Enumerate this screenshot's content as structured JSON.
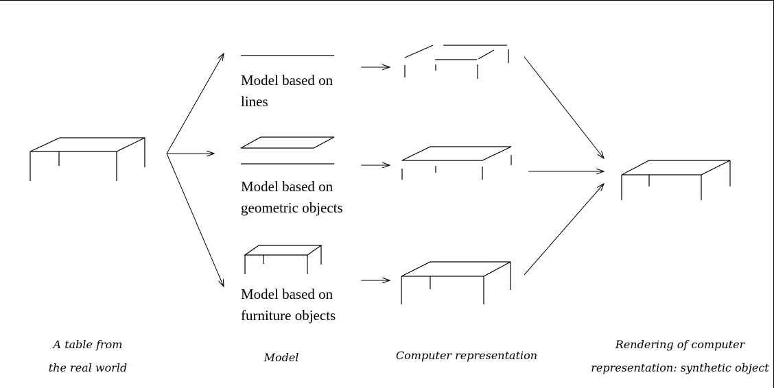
{
  "models": {
    "lines": [
      "Model based on",
      "lines"
    ],
    "geometric": [
      "Model based on",
      "geometric objects"
    ],
    "furniture": [
      "Model based on",
      "furniture objects"
    ]
  },
  "captions": {
    "real_world": [
      "A table from",
      "the real world"
    ],
    "model": "Model",
    "computer_representation": "Computer representation",
    "rendering": [
      "Rendering of computer",
      "representation: synthetic object"
    ]
  }
}
